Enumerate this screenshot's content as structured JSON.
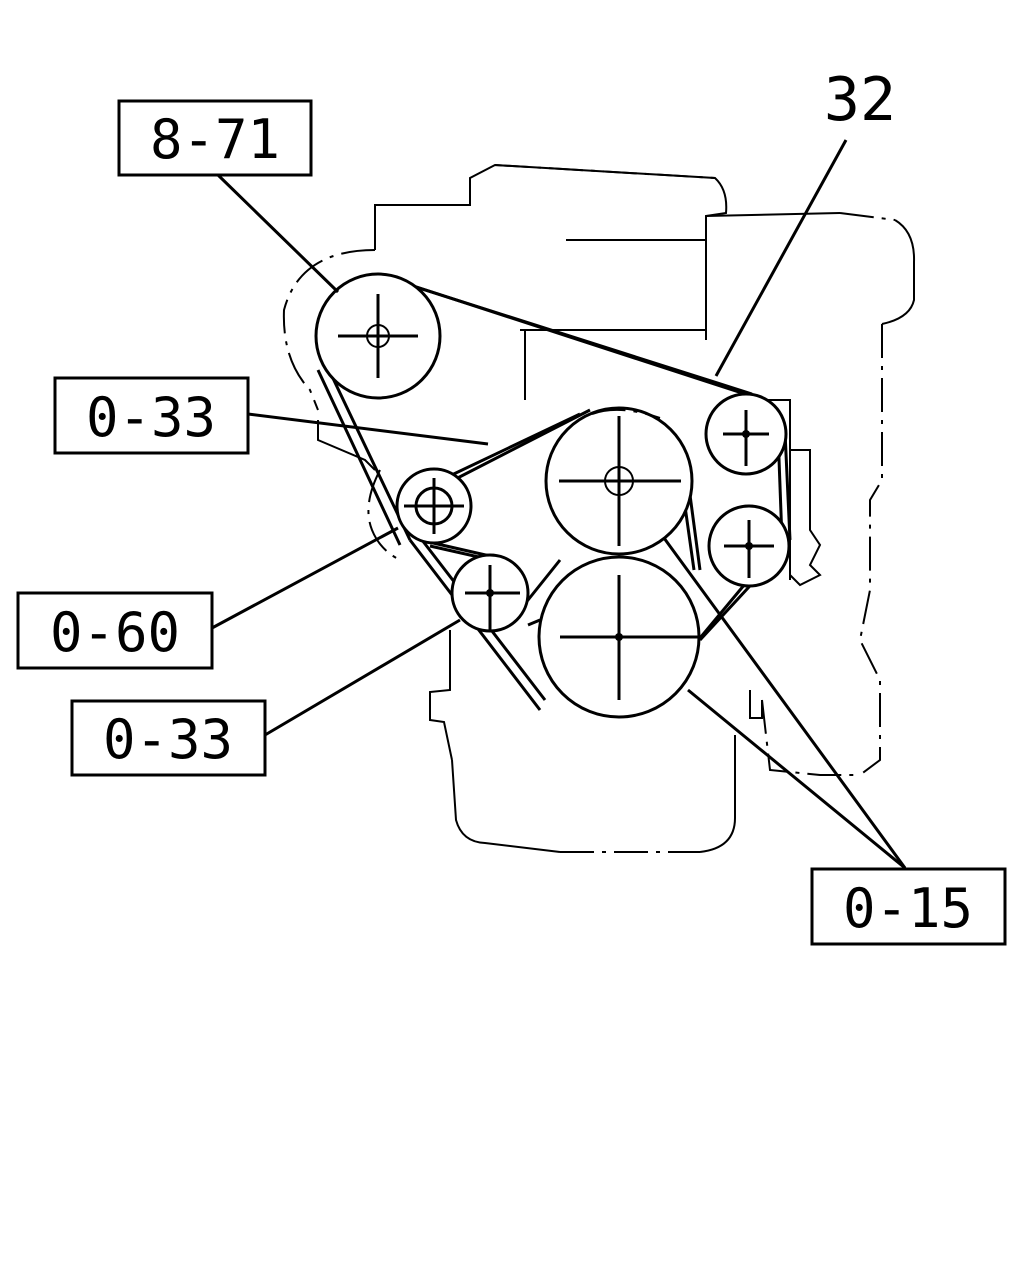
{
  "callouts": {
    "top_left": "8-71",
    "top_right": "32",
    "left_upper": "0-33",
    "left_middle": "0-60",
    "left_lower": "0-33",
    "bottom_right": "0-15"
  }
}
